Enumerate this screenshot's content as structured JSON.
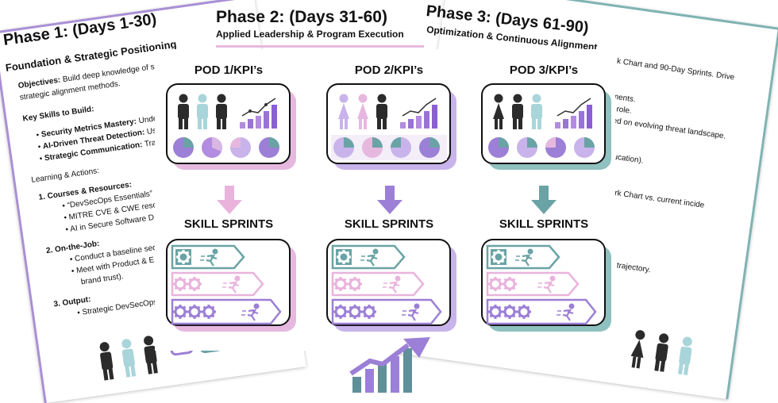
{
  "phase1": {
    "title": "Phase 1: (Days 1-30)",
    "subtitle": "Foundation & Strategic Positioning",
    "objectives_label": "Objectives:",
    "objectives_text": " Build deep knowledge of se",
    "objectives_line2": "strategic alignment methods.",
    "key_skills_heading": "Key Skills to Build:",
    "skills": [
      {
        "label": "Security Metrics Mastery:",
        "text": " Unde"
      },
      {
        "label": "AI-Driven Threat Detection:",
        "text": " Us"
      },
      {
        "label": "Strategic Communication:",
        "text": " Tran"
      }
    ],
    "learning_heading": "Learning & Actions:",
    "courses_heading": "1.   Courses & Resources:",
    "courses": [
      "“DevSecOps Essentials” (",
      "MITRE CVE & CWE resou",
      "AI in Secure Software D"
    ],
    "onjob_heading": "2.   On-the-Job:",
    "onjob": [
      "Conduct a baseline sec",
      "Meet with Product & E",
      "brand trust)."
    ],
    "output_heading": "3.   Output:",
    "output": [
      "Strategic DevSecOps"
    ]
  },
  "phase2": {
    "title": "Phase 2: (Days 31-60)",
    "subtitle": "Applied Leadership & Program Execution"
  },
  "phase3": {
    "title": "Phase 3: (Days 61-90)",
    "subtitle": "Optimization & Continuous Alignment",
    "lines": [
      "k Chart and 90-Day Sprints. Drive",
      "",
      "",
      "ments.",
      "y role.",
      "sed on evolving threat landscape.",
      "",
      "",
      "Education).",
      "",
      "",
      "f Work Chart vs. current incide",
      "",
      "",
      "",
      "",
      "",
      "vement trajectory."
    ]
  },
  "pods": [
    {
      "title": "POD 1/KPI’s",
      "sprint": "SKILL SPRINTS",
      "accent": "#e6b8df",
      "arrow": "#e9b3dc"
    },
    {
      "title": "POD 2/KPI’s",
      "sprint": "SKILL SPRINTS",
      "accent": "#c8b3ea",
      "arrow": "#9c7fd6"
    },
    {
      "title": "POD 3/KPI’s",
      "sprint": "SKILL SPRINTS",
      "accent": "#8fc1c0",
      "arrow": "#6aa3a5"
    }
  ],
  "colors": {
    "purple": "#9c7fd6",
    "light_purple": "#c8b3ea",
    "pink": "#e6b8df",
    "teal": "#6aa3a5",
    "light_teal": "#a9d5da",
    "dark": "#2b2b2b",
    "growth_bars": "#5f8f99"
  },
  "icons": {
    "people": "person-icon",
    "bars": "bar-chart-icon",
    "pies": "pie-chart-icon",
    "gear": "gear-icon",
    "runner": "runner-icon",
    "robot": "robot-icon",
    "growth": "growth-arrow-icon"
  }
}
